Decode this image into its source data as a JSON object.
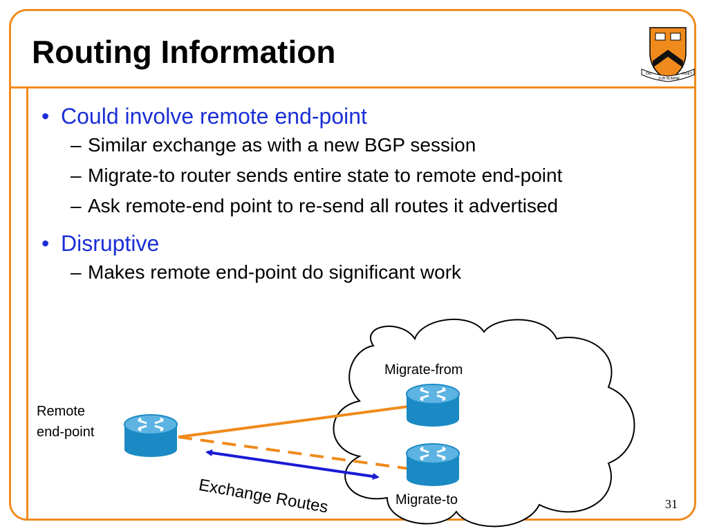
{
  "slide": {
    "title": "Routing Information",
    "page_number": "31"
  },
  "bullets": [
    {
      "text": "Could involve remote end-point",
      "subs": [
        "Similar exchange as with a new BGP session",
        "Migrate-to router sends entire state to remote end-point",
        "Ask remote-end point to re-send all routes it advertised"
      ]
    },
    {
      "text": "Disruptive",
      "subs": [
        "Makes remote end-point do significant work"
      ]
    }
  ],
  "diagram": {
    "remote_label_line1": "Remote",
    "remote_label_line2": "end-point",
    "migrate_from_label": "Migrate-from",
    "migrate_to_label": "Migrate-to",
    "exchange_label": "Exchange Routes",
    "colors": {
      "accent_orange": "#f08a1c",
      "arrow_blue": "#1a1ad6",
      "router_fill": "#1b8ac4",
      "bullet_blue": "#1a2fd6"
    }
  },
  "logo": {
    "motto_left": "DEI",
    "motto_center": "SUB NUMINE",
    "motto_right": "VIGET"
  }
}
